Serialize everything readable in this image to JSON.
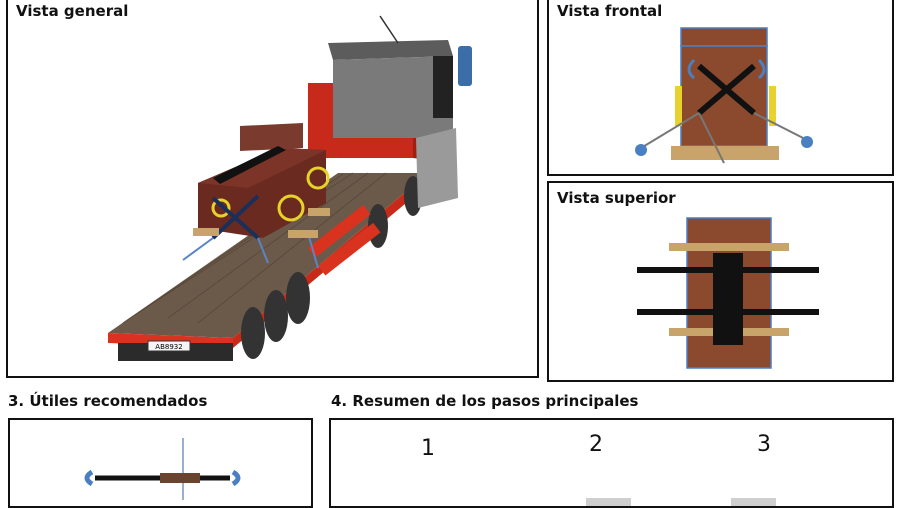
{
  "panels": {
    "general": {
      "title": "Vista general",
      "plate": "AB8932"
    },
    "front": {
      "title": "Vista frontal"
    },
    "top": {
      "title": "Vista superior"
    }
  },
  "sections": {
    "tools": {
      "title": "3. Útiles recomendados"
    },
    "steps": {
      "title": "4. Resumen de los pasos principales",
      "numbers": [
        "1",
        "2",
        "3"
      ]
    }
  }
}
